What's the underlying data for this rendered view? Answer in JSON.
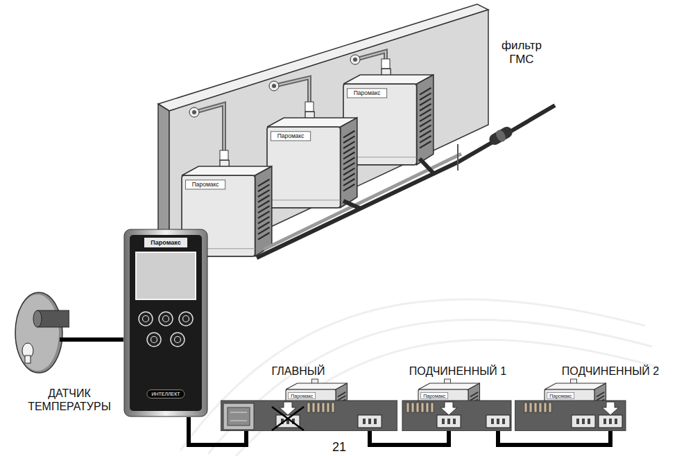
{
  "diagram": {
    "nodes": [
      {
        "text": [
          "ДАТЧИК ТЕМПЕРАТУРЫ"
        ]
      },
      {
        "text": [
          "Паромакс",
          "ИНТЕЛЛЕКТ"
        ]
      },
      {
        "text": [
          "ГЛАВНЫЙ",
          "Паромакс"
        ]
      },
      {
        "text": [
          "ПОДЧИНЕННЫЙ 1",
          "Паромакс"
        ]
      },
      {
        "text": [
          "ПОДЧИНЕННЫЙ 2",
          "Паромакс"
        ]
      }
    ],
    "edges": [
      {
        "from": 0,
        "to": 1,
        "arrow": "none"
      },
      {
        "from": 1,
        "to": 2,
        "arrow": "none"
      },
      {
        "from": 2,
        "to": 3,
        "arrow": "none"
      },
      {
        "from": 3,
        "to": 4,
        "arrow": "none"
      }
    ],
    "labels": [
      "Паромакс",
      "Паромакс",
      "Паромакс",
      "фильтр ГМС",
      "21"
    ]
  }
}
